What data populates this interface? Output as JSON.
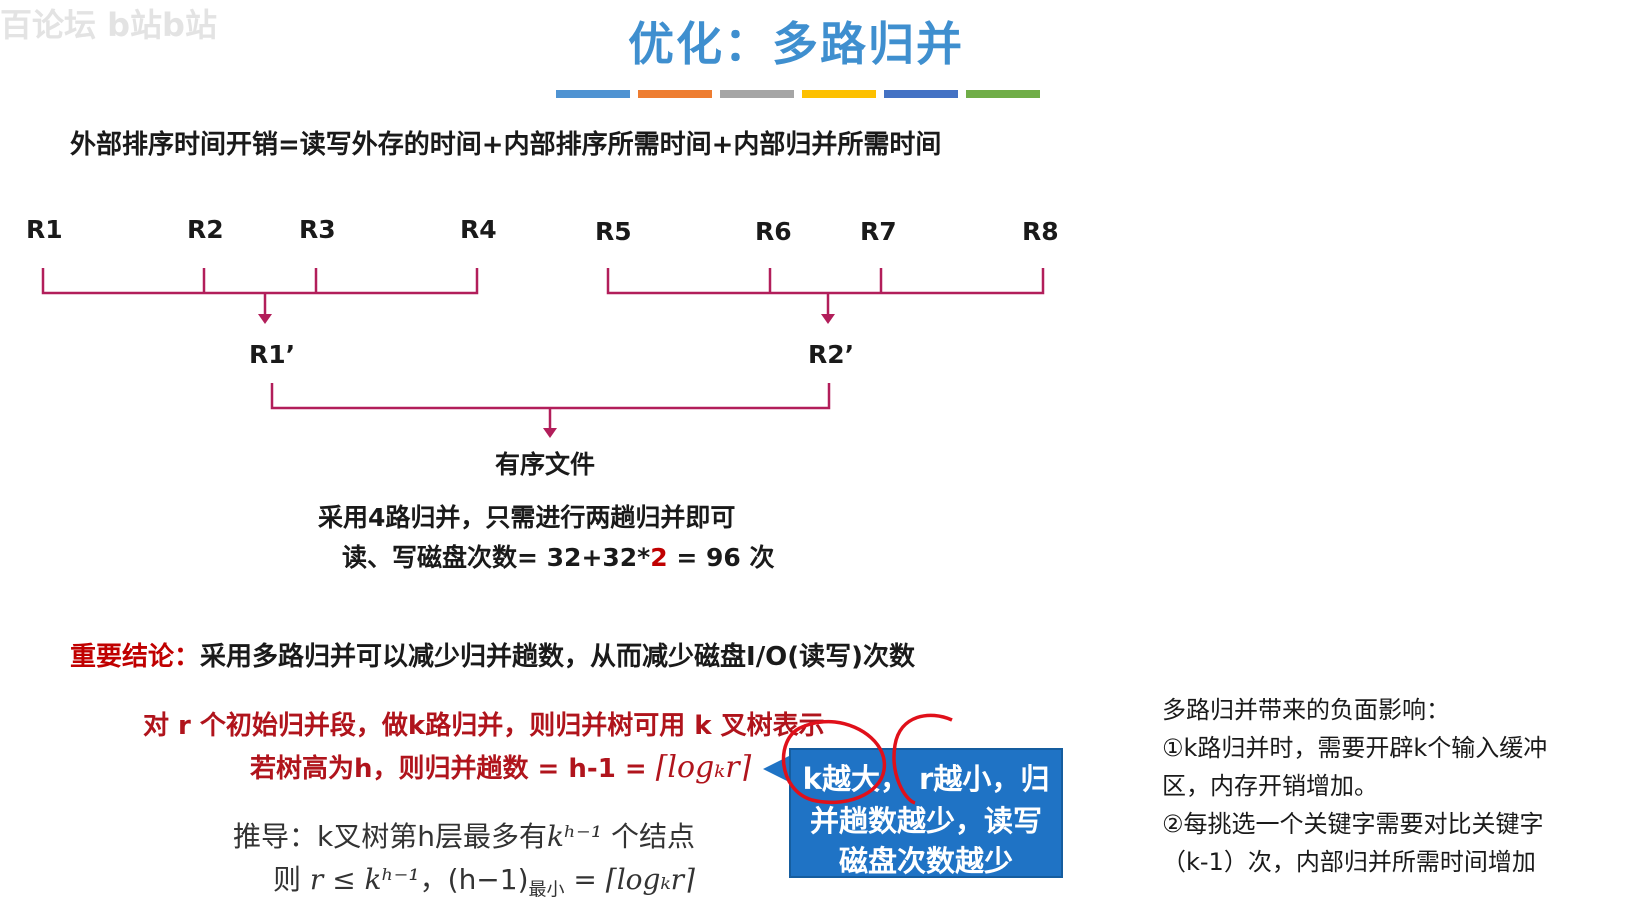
{
  "watermark": "百论坛 b站b站",
  "title": "优化：多路归并",
  "title_bar_colors": [
    "#4f93d2",
    "#ee7d31",
    "#a5a5a5",
    "#fdc000",
    "#4472c4",
    "#70ad47"
  ],
  "formula": "外部排序时间开销=读写外存的时间+内部排序所需时间+内部归并所需时间",
  "runs_left": [
    "R1",
    "R2",
    "R3",
    "R4"
  ],
  "runs_right": [
    "R5",
    "R6",
    "R7",
    "R8"
  ],
  "merged_left": "R1’",
  "merged_right": "R2’",
  "result": "有序文件",
  "four_way": "采用4路归并，只需进行两趟归并即可",
  "io_count": {
    "prefix": "读、写磁盘次数= 32+32*",
    "highlight": "2",
    "suffix": " = 96 次"
  },
  "conclusion": {
    "label": "重要结论：",
    "text": "采用多路归并可以减少归并趟数，从而减少磁盘I/O(读写)次数"
  },
  "tree_line1": "对 r 个初始归并段，做k路归并，则归并树可用 k 叉树表示",
  "tree_line2_prefix": "若树高为h，则归并趟数 = h-1 = ",
  "tree_line2_math": "⌈logₖr⌉",
  "derivation_line1_prefix": "推导：k叉树第h层最多有",
  "derivation_line1_math": "kʰ⁻¹",
  "derivation_line1_suffix": " 个结点",
  "derivation_line2_prefix": "则 ",
  "derivation_line2_math": "r ≤ kʰ⁻¹",
  "derivation_line2_mid": "，(h−1)",
  "derivation_line2_sub": "最小",
  "derivation_line2_eq": " = ⌈logₖr⌉",
  "note_box": {
    "line1": "k越大， r越小，归",
    "line2": "并趟数越少，读写",
    "line3": "磁盘次数越少"
  },
  "side_notes": {
    "heading": "多路归并带来的负面影响：",
    "item1_a": "①k路归并时，需要开辟k个输入缓冲",
    "item1_b": "区，内存开销增加。",
    "item2_a": "②每挑选一个关键字需要对比关键字",
    "item2_b": "（k-1）次，内部归并所需时间增加"
  },
  "colors": {
    "title": "#3f8fcf",
    "bracket": "#b21e5a",
    "red": "#c00000",
    "note_box": "#1f73c5",
    "annotation": "#e0101a"
  }
}
